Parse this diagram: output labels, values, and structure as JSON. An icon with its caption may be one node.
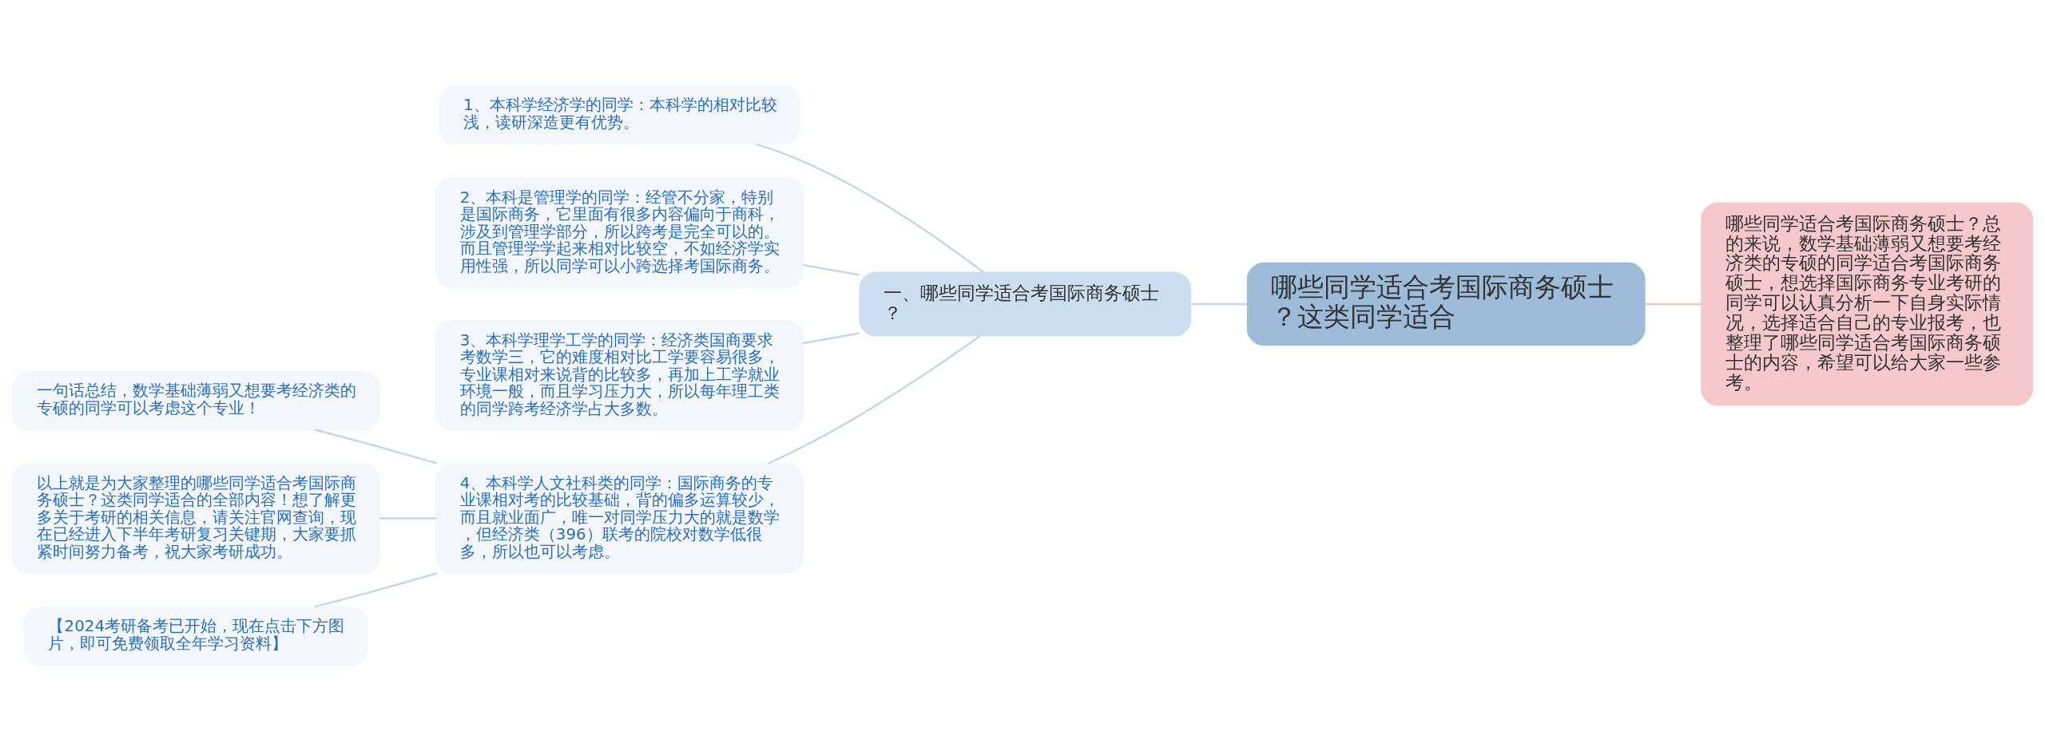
{
  "diagram": {
    "nodes": [
      {
        "text": [
          "哪些同学适合考国际商务硕士？这类同学适合"
        ]
      },
      {
        "text": [
          "哪些同学适合考国际商务硕士？总的来说，数学基础薄弱又想要考经济类的专硕的同学适合考国际商务硕士，想选择国际商务专业考研的同学可以认真分析一下自身实际情况，选择适合自己的专业报考，也整理了哪些同学适合考国际商务硕士的内容，希望可以给大家一些参考。"
        ]
      },
      {
        "text": [
          "一、哪些同学适合考国际商务硕士？"
        ]
      },
      {
        "text": [
          "1、本科学经济学的同学：本科学的相对比较浅，读研深造更有优势。"
        ]
      },
      {
        "text": [
          "2、本科是管理学的同学：经管不分家，特别是国际商务，它里面有很多内容偏向于商科，涉及到管理学部分，所以跨考是完全可以的。而且管理学学起来相对比较空，不如经济学实用性强，所以同学可以小跨选择考国际商务。"
        ]
      },
      {
        "text": [
          "3、本科学理学工学的同学：经济类国商要求考数学三，它的难度相对比工学要容易很多，专业课相对来说背的比较多，再加上工学就业环境一般，而且学习压力大，所以每年理工类的同学跨考经济学占大多数。"
        ]
      },
      {
        "text": [
          "4、本科学人文社科类的同学：国际商务的专业课相对考的比较基础，背的偏多运算较少，而且就业面广，唯一对同学压力大的就是数学，但经济类（396）联考的院校对数学低很多，所以也可以考虑。"
        ]
      },
      {
        "text": [
          "一句话总结，数学基础薄弱又想要考经济类的专硕的同学可以考虑这个专业！"
        ]
      },
      {
        "text": [
          "以上就是为大家整理的哪些同学适合考国际商务硕士？这类同学适合的全部内容！想了解更多关于考研的相关信息，请关注官网查询，现在已经进入下半年考研复习关键期，大家要抓紧时间努力备考，祝大家考研成功。"
        ]
      },
      {
        "text": [
          "【2024考研备考已开始，现在点击下方图片，即可免费领取全年学习资料】"
        ]
      }
    ],
    "edges": [
      {
        "from": 0,
        "to": 1,
        "arrow": "none",
        "color": "#f2c4c6"
      },
      {
        "from": 0,
        "to": 2,
        "arrow": "none"
      },
      {
        "from": 2,
        "to": 3,
        "arrow": "none"
      },
      {
        "from": 2,
        "to": 4,
        "arrow": "none"
      },
      {
        "from": 2,
        "to": 5,
        "arrow": "none"
      },
      {
        "from": 2,
        "to": 6,
        "arrow": "none"
      },
      {
        "from": 6,
        "to": 7,
        "arrow": "none"
      },
      {
        "from": 6,
        "to": 8,
        "arrow": "none"
      },
      {
        "from": 6,
        "to": 9,
        "arrow": "none"
      }
    ]
  }
}
